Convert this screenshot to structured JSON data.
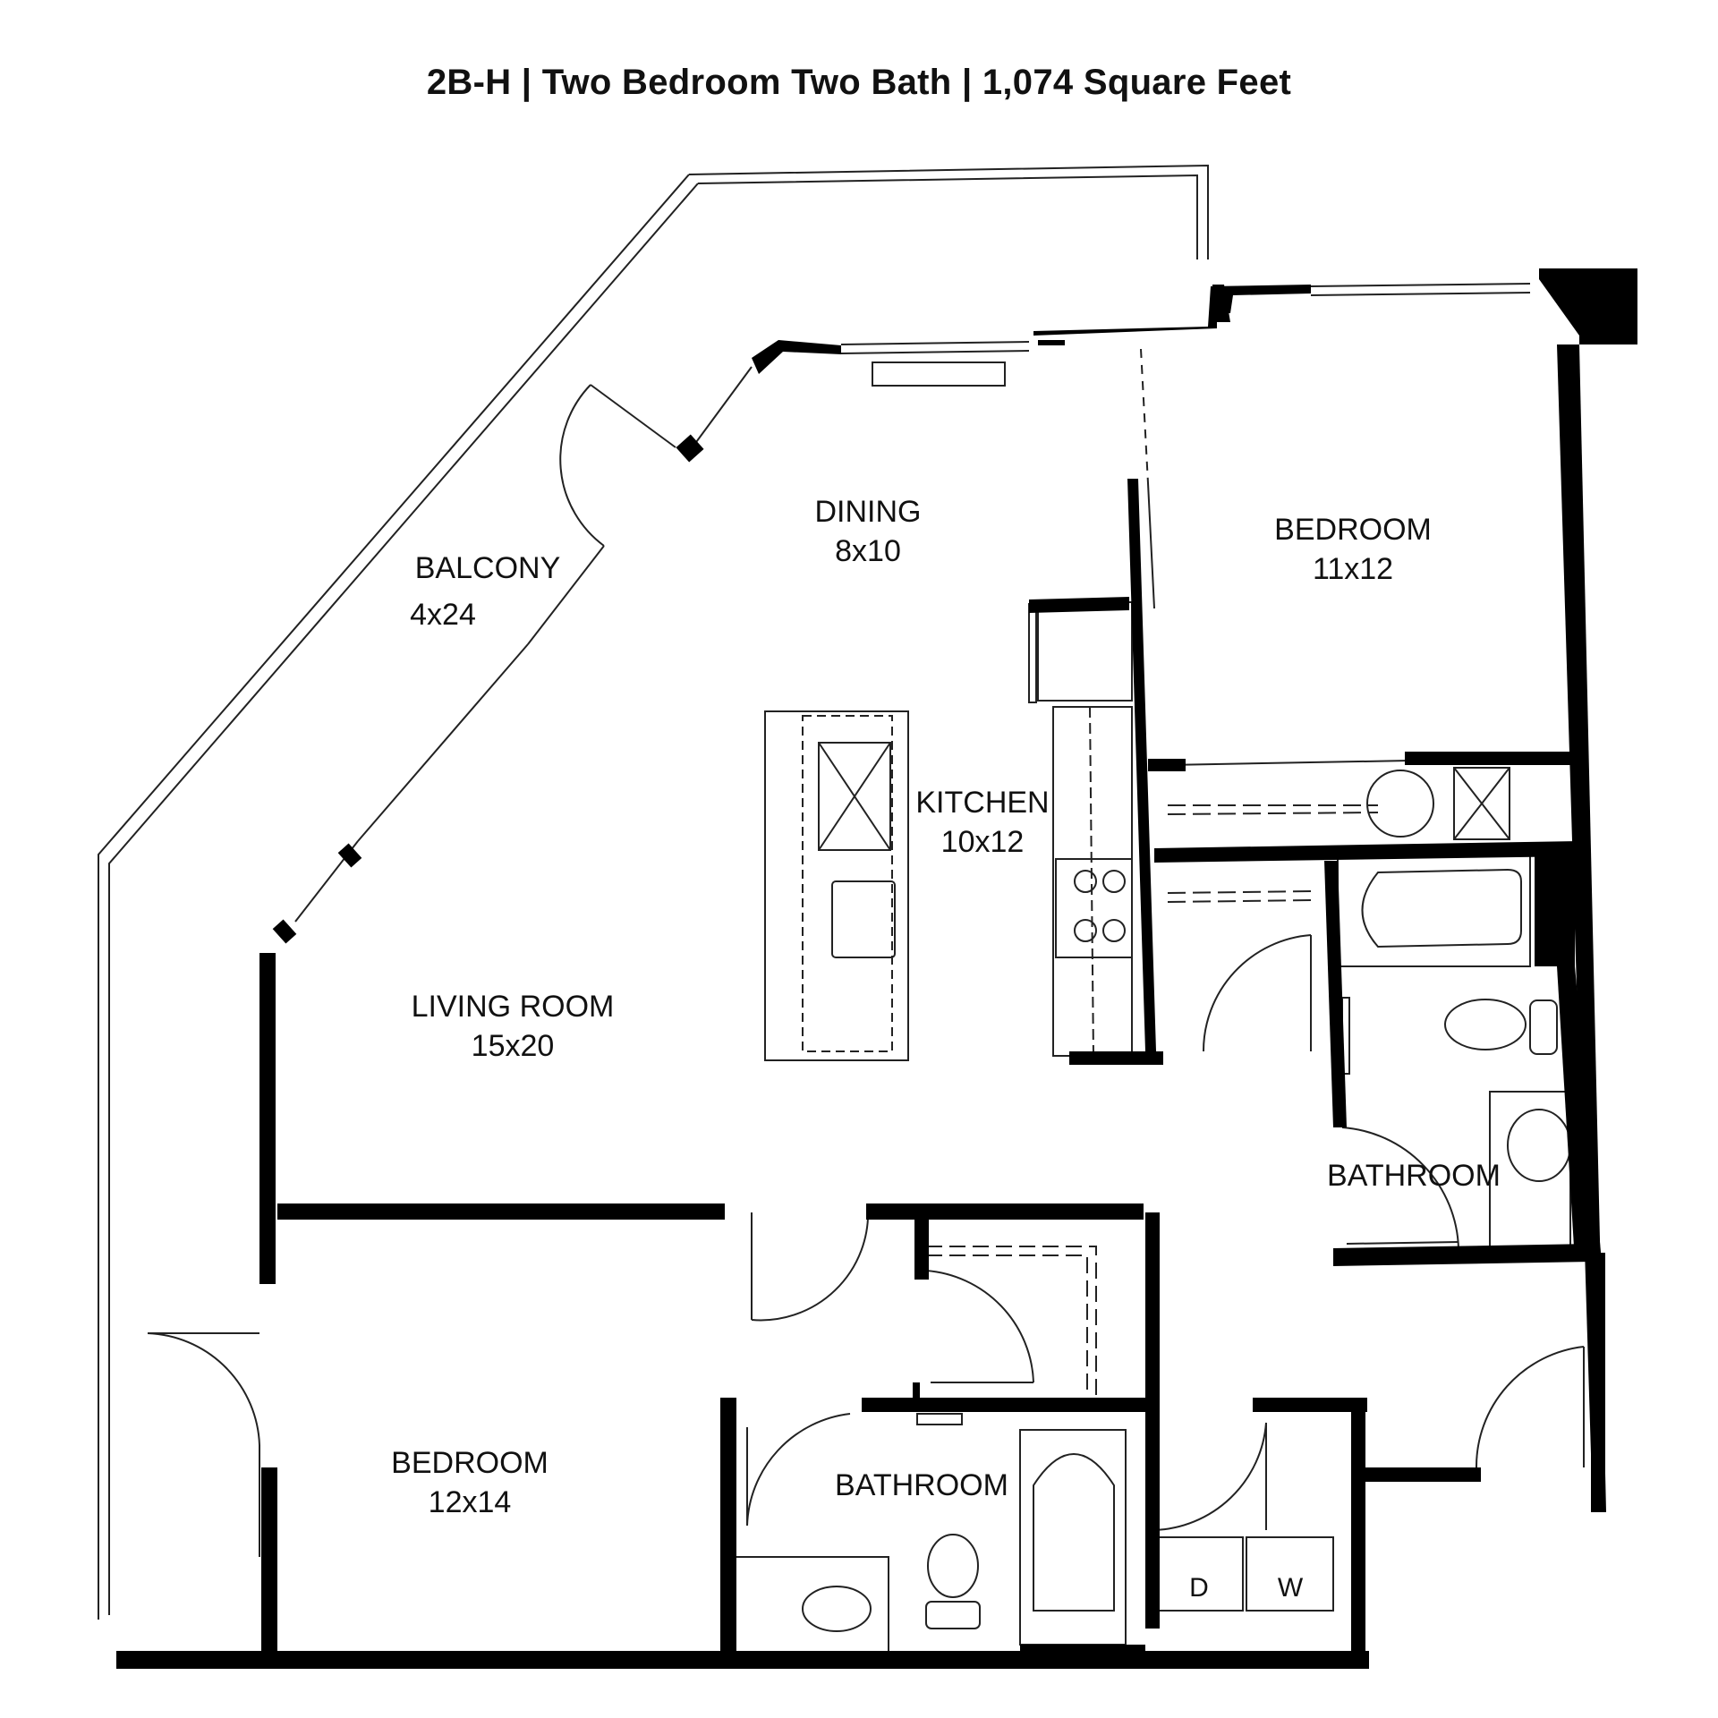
{
  "header": {
    "title": "2B-H | Two Bedroom Two Bath | 1,074 Square Feet"
  },
  "rooms": [
    {
      "name": "BALCONY",
      "dims": "4x24"
    },
    {
      "name": "DINING",
      "dims": "8x10"
    },
    {
      "name": "BEDROOM",
      "dims": "11x12"
    },
    {
      "name": "KITCHEN",
      "dims": "10x12"
    },
    {
      "name": "LIVING ROOM",
      "dims": "15x20"
    },
    {
      "name": "BATHROOM",
      "dims": ""
    },
    {
      "name": "BEDROOM",
      "dims": "12x14"
    },
    {
      "name": "BATHROOM",
      "dims": ""
    }
  ],
  "appliances": {
    "dryer": "D",
    "washer": "W"
  },
  "colors": {
    "wall": "#000000",
    "line": "#222222",
    "background": "#ffffff"
  }
}
